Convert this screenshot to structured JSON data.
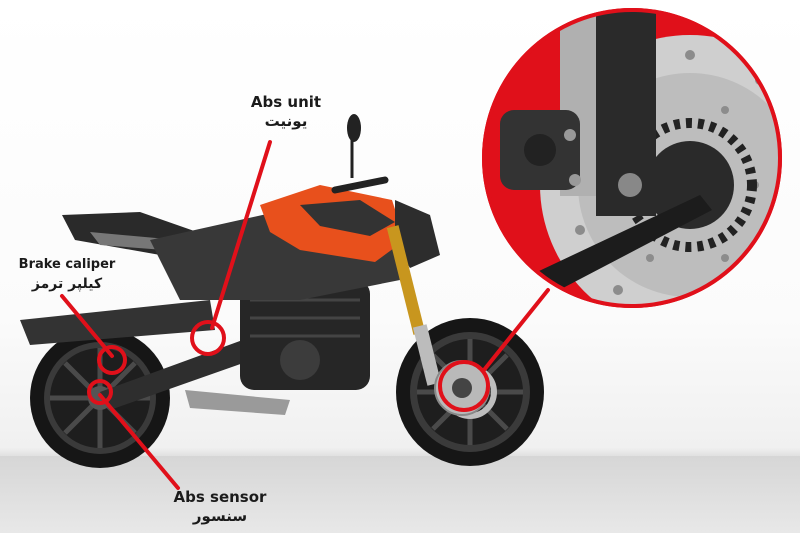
{
  "annotations": {
    "abs_unit": {
      "en": "Abs unit",
      "fa": "یونیت"
    },
    "brake_caliper": {
      "en": "Brake caliper",
      "fa": "کیلپر ترمز"
    },
    "abs_sensor": {
      "en": "Abs sensor",
      "fa": "سنسور"
    }
  },
  "colors": {
    "accent": "#e0101a",
    "bike_orange": "#e8501c",
    "bike_dark": "#2b2b2b",
    "gold": "#c8961e"
  }
}
